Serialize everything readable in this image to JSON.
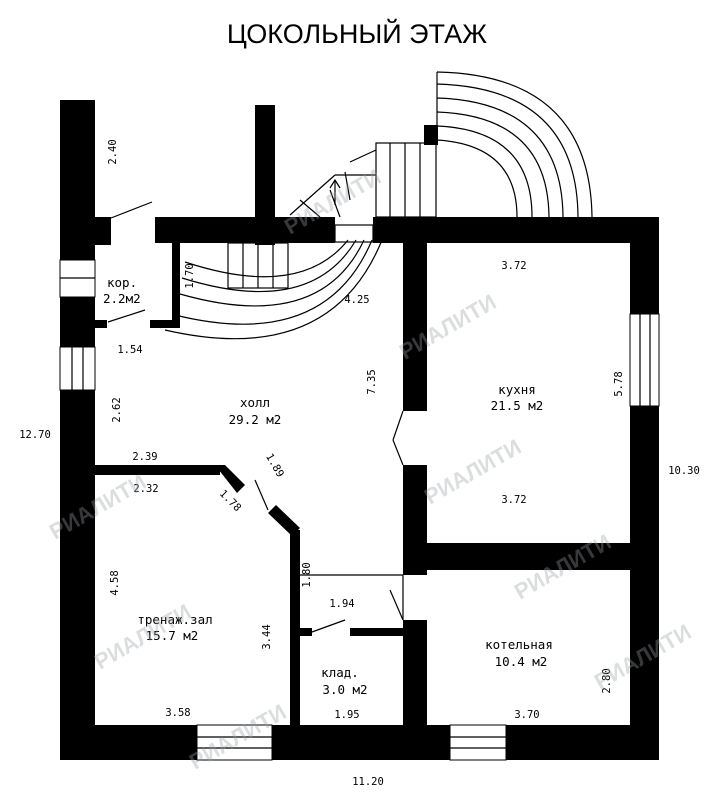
{
  "title": "ЦОКОЛЬНЫЙ ЭТАЖ",
  "rooms": {
    "corridor": {
      "name": "кор.",
      "area": "2.2м2"
    },
    "hall": {
      "name": "холл",
      "area": "29.2 м2"
    },
    "kitchen": {
      "name": "кухня",
      "area": "21.5 м2"
    },
    "gym": {
      "name": "тренаж.зал",
      "area": "15.7 м2"
    },
    "storage": {
      "name": "клад.",
      "area": "3.0 м2"
    },
    "boiler": {
      "name": "котельная",
      "area": "10.4 м2"
    }
  },
  "dimensions": {
    "porch_height": "2.40",
    "corridor_stair": "1.70",
    "hall_width": "4.25",
    "corridor_width": "1.54",
    "hall_depth": "2.62",
    "hall_partition": "7.35",
    "kitchen_top": "3.72",
    "kitchen_bottom": "3.72",
    "kitchen_side": "5.78",
    "wall_239": "2.39",
    "wall_232": "2.32",
    "diag_178": "1.78",
    "diag_189": "1.89",
    "gym_side": "4.58",
    "gym_inner": "3.44",
    "gym_bottom": "3.58",
    "storage_side": "1.80",
    "storage_top": "1.94",
    "storage_bottom": "1.95",
    "boiler_bottom": "3.70",
    "boiler_side": "2.80",
    "overall_height": "12.70",
    "overall_right": "10.30",
    "overall_width": "11.20"
  },
  "watermark": "РИАЛИТИ",
  "colors": {
    "walls": "#000000",
    "background": "#ffffff",
    "watermark": "#9aa0a6"
  }
}
